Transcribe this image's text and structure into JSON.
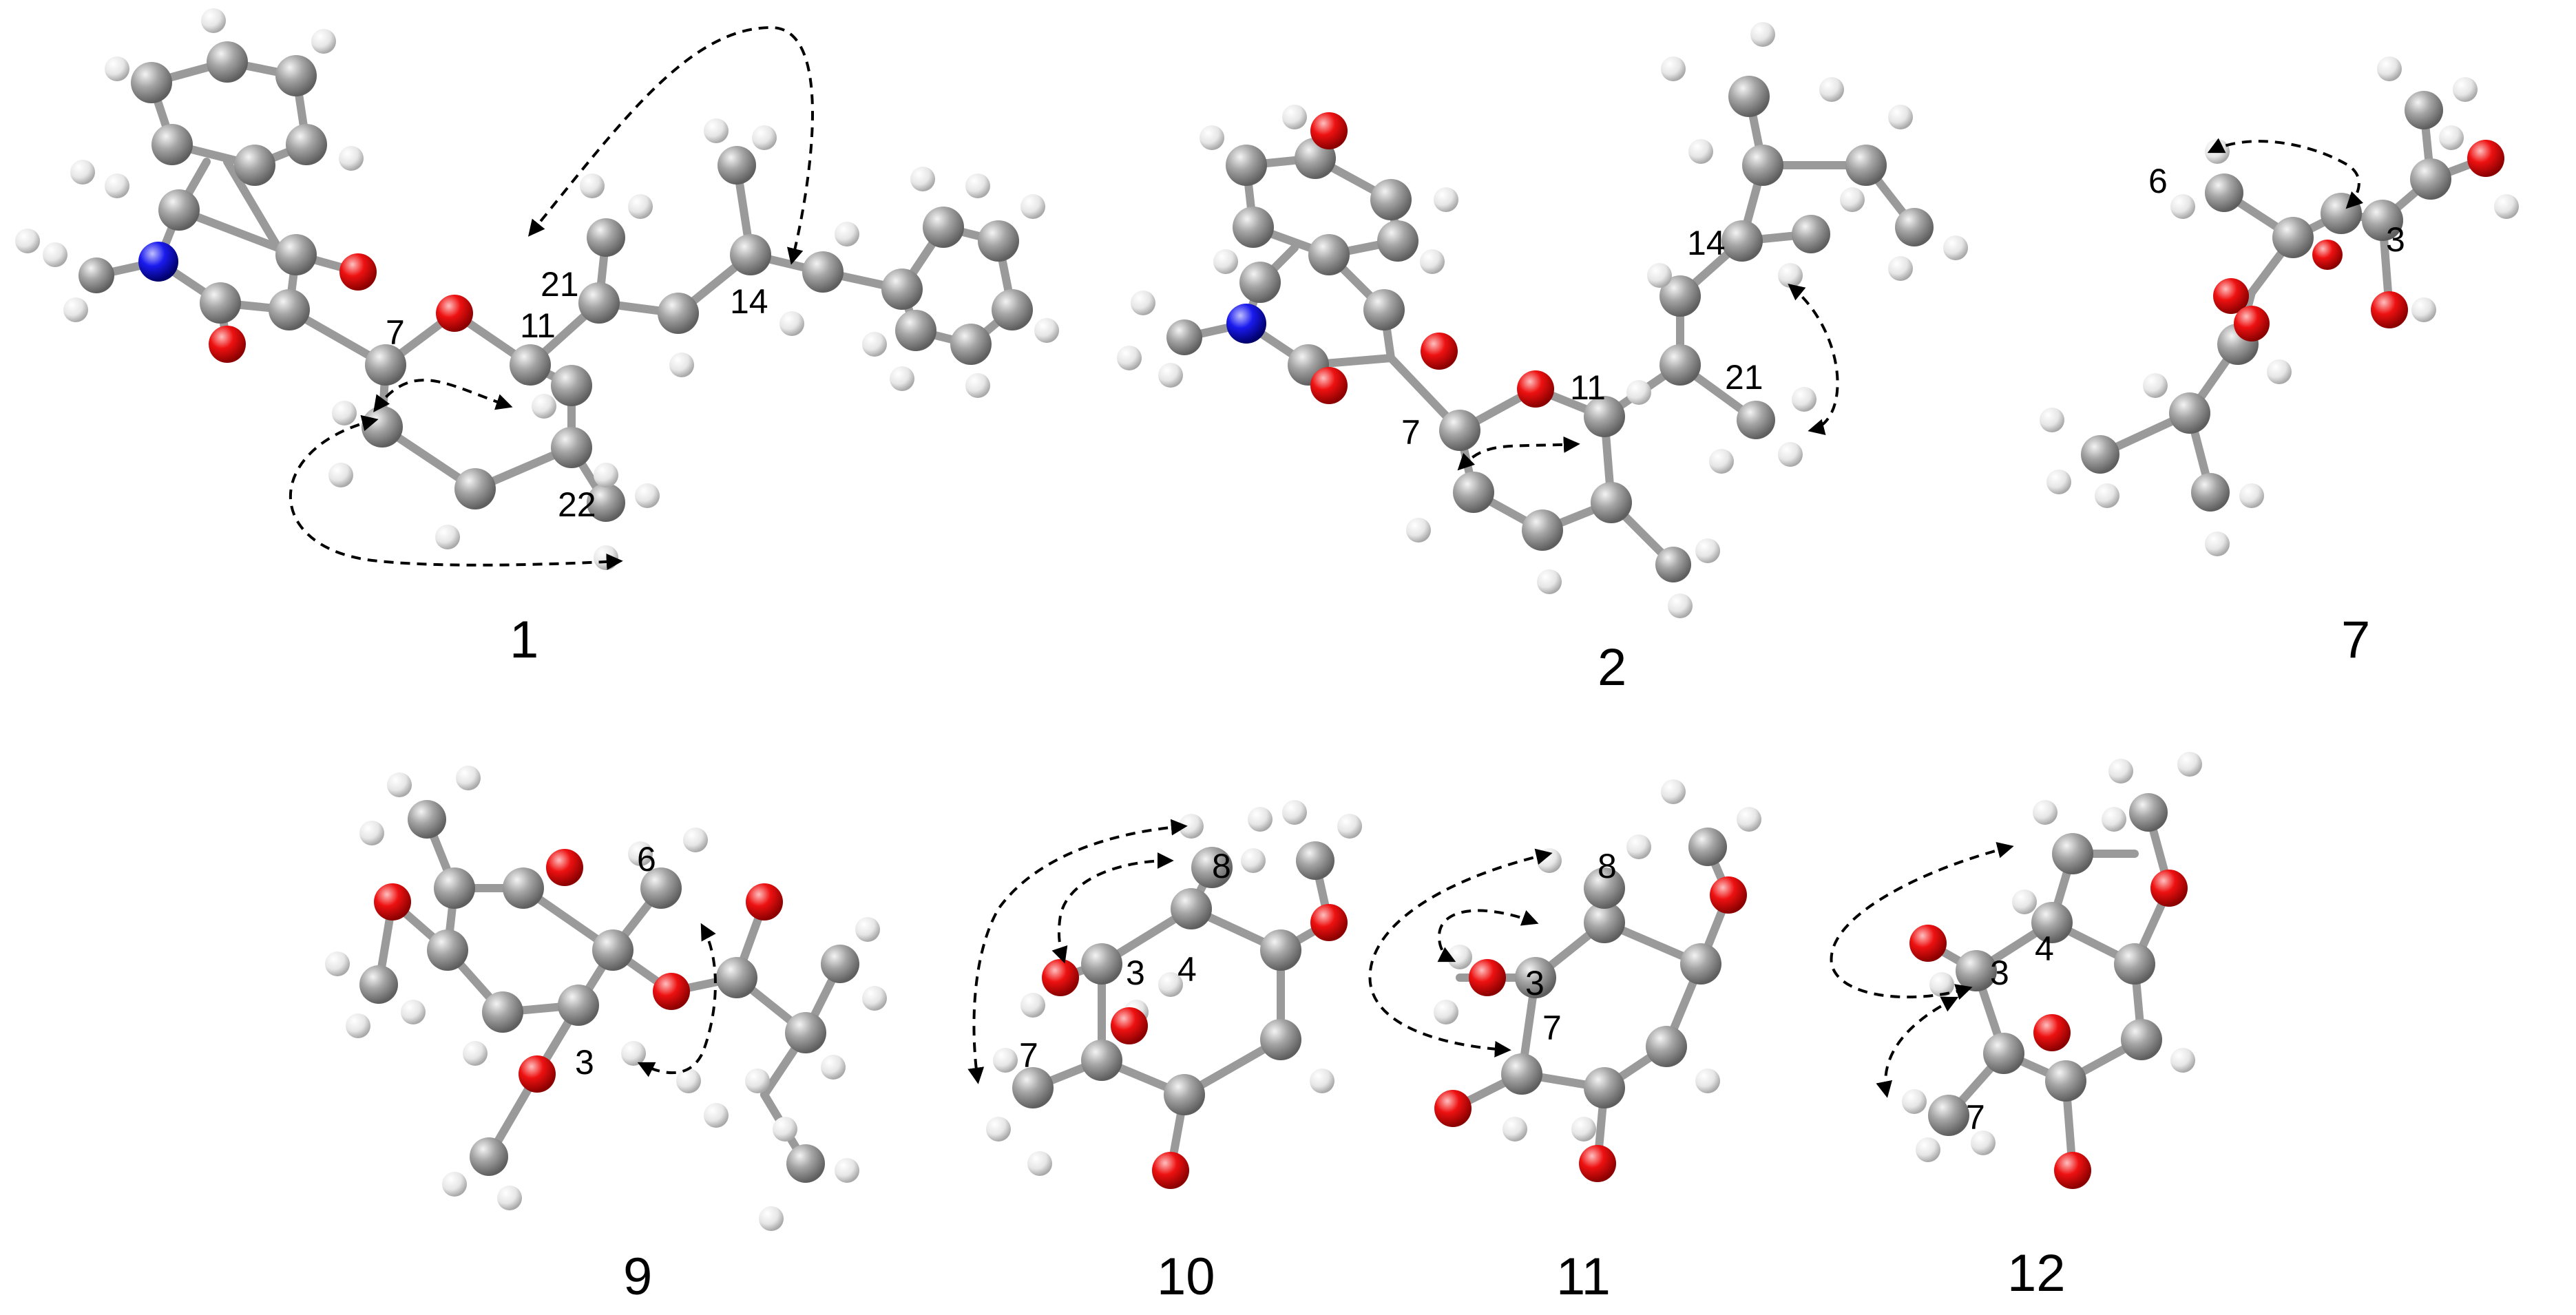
{
  "colors": {
    "carbon": "#8e8e8e",
    "hydrogen": "#f2f2f2",
    "oxygen": "#ee1111",
    "nitrogen": "#1a1aee",
    "bond": "#9a9a9a",
    "arrow": "#000000"
  },
  "compounds": [
    {
      "label": "1",
      "atom_labels": [
        "7",
        "11",
        "21",
        "14",
        "22"
      ]
    },
    {
      "label": "2",
      "atom_labels": [
        "14",
        "11",
        "21",
        "7"
      ]
    },
    {
      "label": "7",
      "atom_labels": [
        "6",
        "3"
      ]
    },
    {
      "label": "9",
      "atom_labels": [
        "6",
        "3"
      ]
    },
    {
      "label": "10",
      "atom_labels": [
        "8",
        "3",
        "4",
        "7"
      ]
    },
    {
      "label": "11",
      "atom_labels": [
        "8",
        "3",
        "7"
      ]
    },
    {
      "label": "12",
      "atom_labels": [
        "3",
        "4",
        "7"
      ]
    }
  ]
}
